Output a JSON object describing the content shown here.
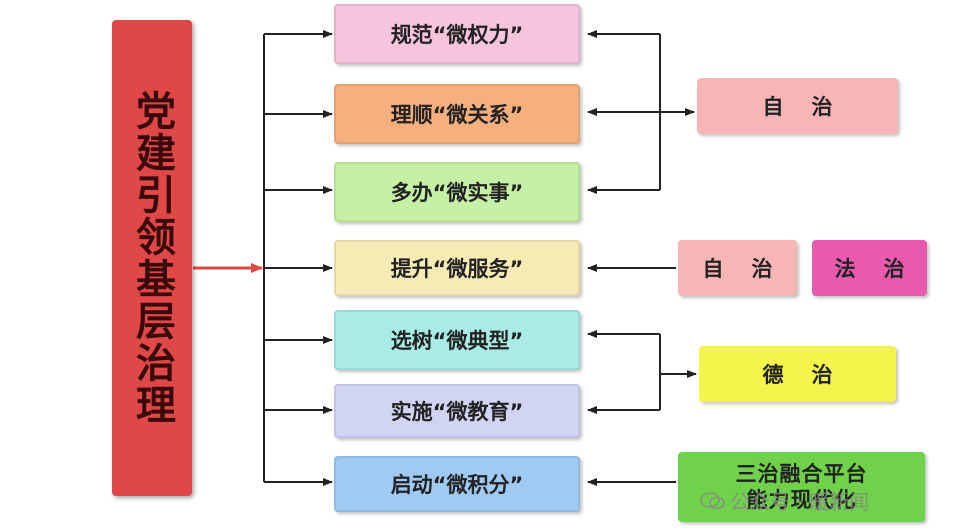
{
  "root": {
    "label": "党建引领基层治理"
  },
  "measures": [
    {
      "label": "规范“微权力”",
      "color": "#f6c4dc"
    },
    {
      "label": "理顺“微关系”",
      "color": "#f5b07e"
    },
    {
      "label": "多办“微实事”",
      "color": "#c6f0a6"
    },
    {
      "label": "提升“微服务”",
      "color": "#f7eab5"
    },
    {
      "label": "选树“微典型”",
      "color": "#a9ece6"
    },
    {
      "label": "实施“微教育”",
      "color": "#d2d4f4"
    },
    {
      "label": "启动“微积分”",
      "color": "#9fcaf4"
    }
  ],
  "governance": {
    "self_gov_top": {
      "label": "自治",
      "color": "#f7b5b5"
    },
    "self_gov_mid": {
      "label": "自治",
      "color": "#f7b5b5"
    },
    "rule_of_law": {
      "label": "法治",
      "color": "#e85aae"
    },
    "rule_of_virtue": {
      "label": "德治",
      "color": "#f4f54c"
    },
    "platform": {
      "line1": "三治融合平台",
      "line2": "能力现代化",
      "color": "#6fd24a"
    }
  },
  "watermark": {
    "text": "公众号 · 暖新闻"
  },
  "colors": {
    "line": "#222222",
    "main_arrow": "#e04848"
  }
}
